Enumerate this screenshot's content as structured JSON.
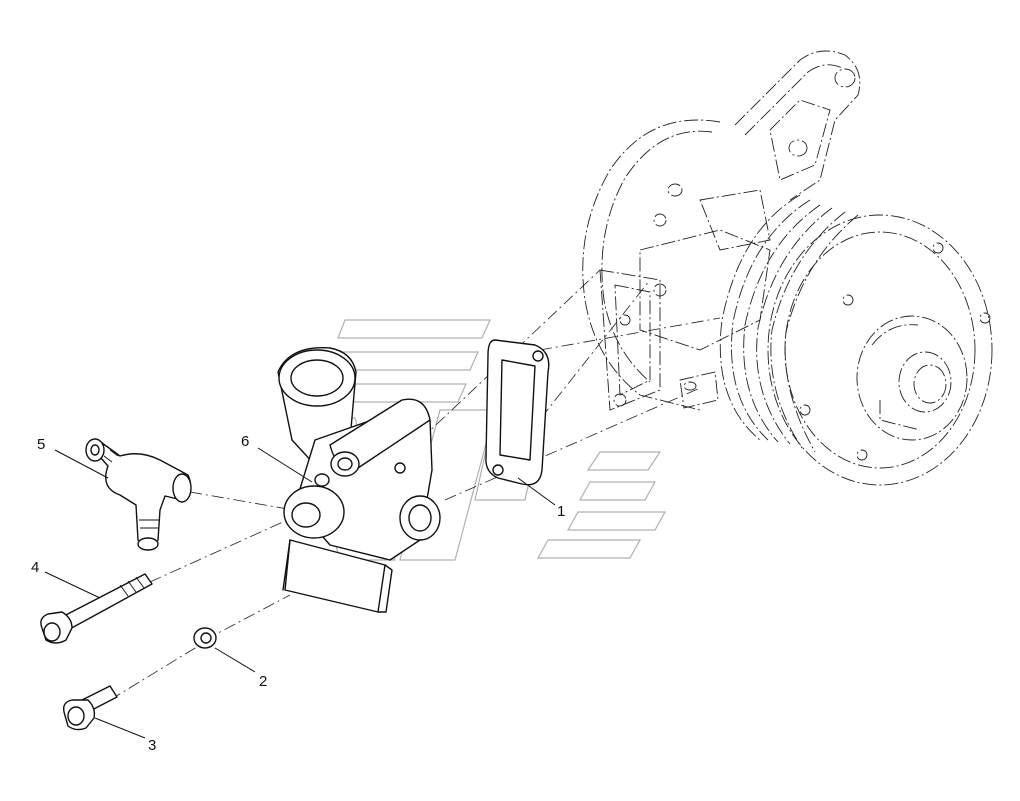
{
  "callouts": [
    {
      "id": 1,
      "label": "1",
      "part": "gasket"
    },
    {
      "id": 2,
      "label": "2",
      "part": "washer"
    },
    {
      "id": 3,
      "label": "3",
      "part": "short-bolt"
    },
    {
      "id": 4,
      "label": "4",
      "part": "long-bolt"
    },
    {
      "id": 5,
      "label": "5",
      "part": "tee-fitting"
    },
    {
      "id": 6,
      "label": "6",
      "part": "housing-port"
    }
  ]
}
